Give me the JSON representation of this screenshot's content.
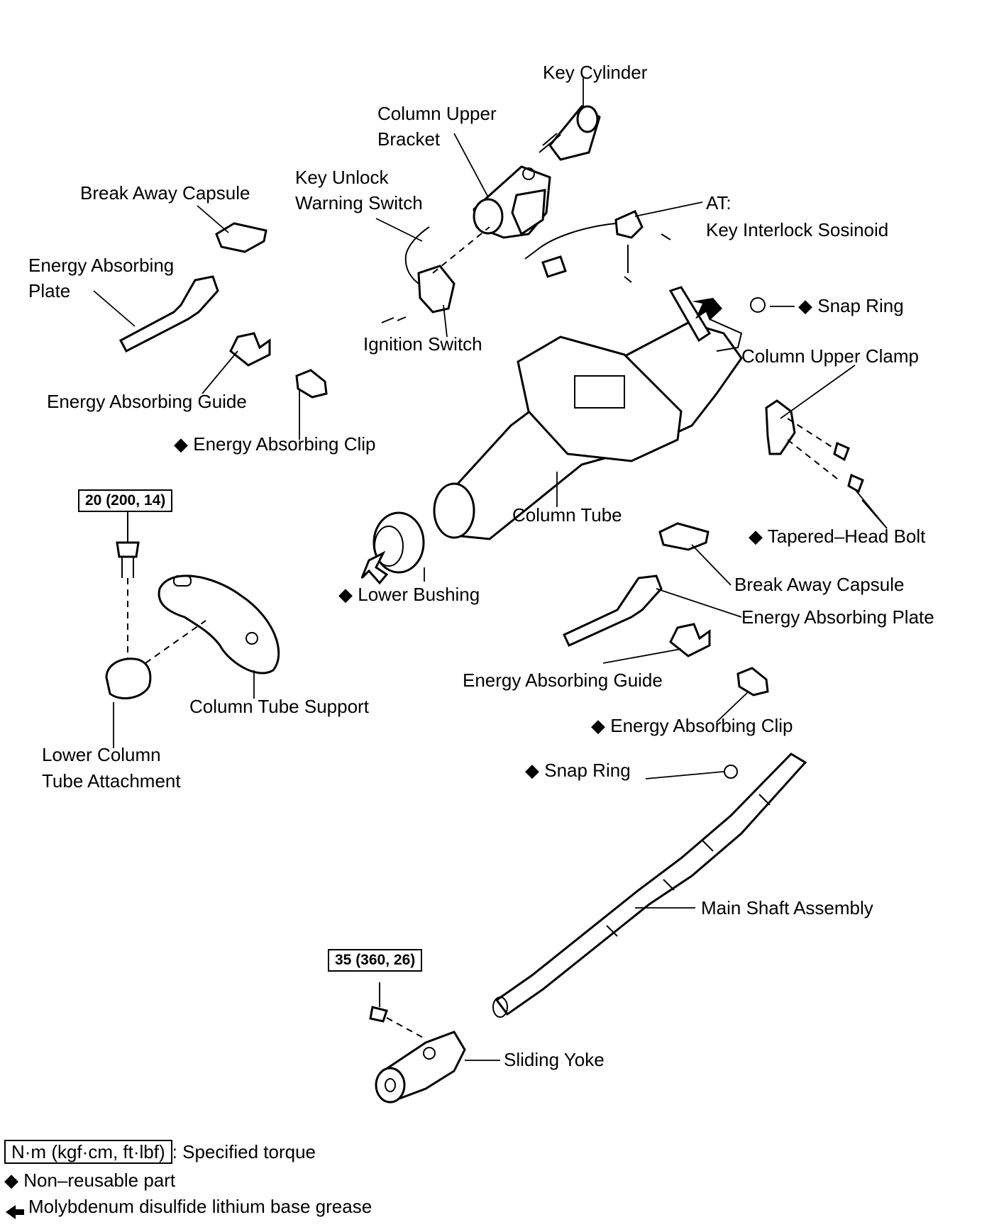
{
  "labels": {
    "key_cylinder": "Key Cylinder",
    "column_upper_bracket_1": "Column Upper",
    "column_upper_bracket_2": "Bracket",
    "key_unlock_1": "Key Unlock",
    "key_unlock_2": "Warning Switch",
    "break_away_capsule_top": "Break Away Capsule",
    "at": "AT:",
    "key_interlock": "Key Interlock Sosinoid",
    "energy_absorbing_plate_1": "Energy Absorbing",
    "energy_absorbing_plate_2": "Plate",
    "ignition_switch": "Ignition Switch",
    "snap_ring_top": "Snap Ring",
    "column_upper_clamp": "Column Upper Clamp",
    "energy_absorbing_guide_top": "Energy Absorbing Guide",
    "energy_absorbing_clip_top": "Energy Absorbing Clip",
    "column_tube": "Column Tube",
    "tapered_head_bolt": "Tapered–Head Bolt",
    "lower_bushing": "Lower Bushing",
    "break_away_capsule_right": "Break Away Capsule",
    "energy_absorbing_plate_right": "Energy Absorbing Plate",
    "energy_absorbing_guide_right": "Energy Absorbing Guide",
    "column_tube_support": "Column Tube Support",
    "energy_absorbing_clip_right": "Energy Absorbing Clip",
    "lower_column_1": "Lower Column",
    "lower_column_2": "Tube Attachment",
    "snap_ring_bottom": "Snap Ring",
    "main_shaft": "Main Shaft Assembly",
    "sliding_yoke": "Sliding Yoke"
  },
  "torques": {
    "support_bolt": "20 (200, 14)",
    "yoke_bolt": "35 (360, 26)"
  },
  "legend": {
    "torque_box": "N·m (kgf·cm, ft·lbf)",
    "torque_text": ": Specified torque",
    "non_reusable": "Non–reusable part",
    "grease": "Molybdenum disulfide lithium base grease"
  },
  "symbols": {
    "diamond": "◆",
    "arrow": "⬅"
  }
}
